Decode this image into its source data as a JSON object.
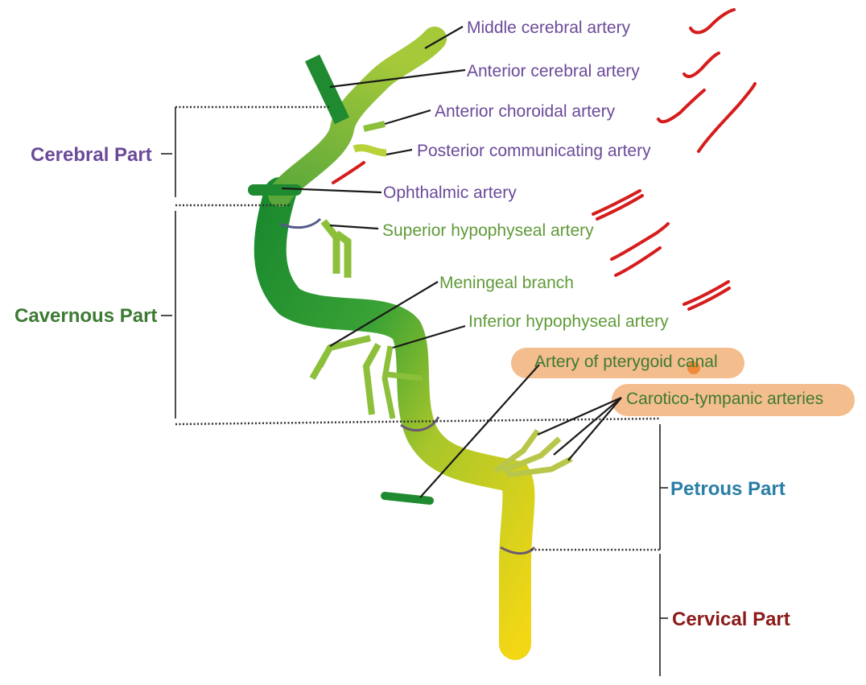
{
  "parts": {
    "cerebral": "Cerebral Part",
    "cavernous": "Cavernous Part",
    "petrous": "Petrous Part",
    "cervical": "Cervical Part"
  },
  "branches": {
    "middle_cerebral": "Middle cerebral artery",
    "anterior_cerebral": "Anterior cerebral artery",
    "anterior_choroidal": "Anterior choroidal artery",
    "posterior_communicating": "Posterior communicating artery",
    "ophthalmic": "Ophthalmic artery",
    "superior_hypophyseal": "Superior hypophyseal artery",
    "meningeal": "Meningeal branch",
    "inferior_hypophyseal": "Inferior hypophyseal artery",
    "pterygoid_canal": "Artery of pterygoid canal",
    "carotico_tympanic": "Carotico-tympanic arteries"
  },
  "colors": {
    "cerebral_label": "#6b4a99",
    "cavernous_label": "#3d7a33",
    "petrous_label": "#2a7ea6",
    "cervical_label": "#8b1a1a",
    "vessel_dark": "#1f8a2f",
    "vessel_light": "#f5d812",
    "highlight": "#f2b27a",
    "annotation": "#d61d1d"
  }
}
